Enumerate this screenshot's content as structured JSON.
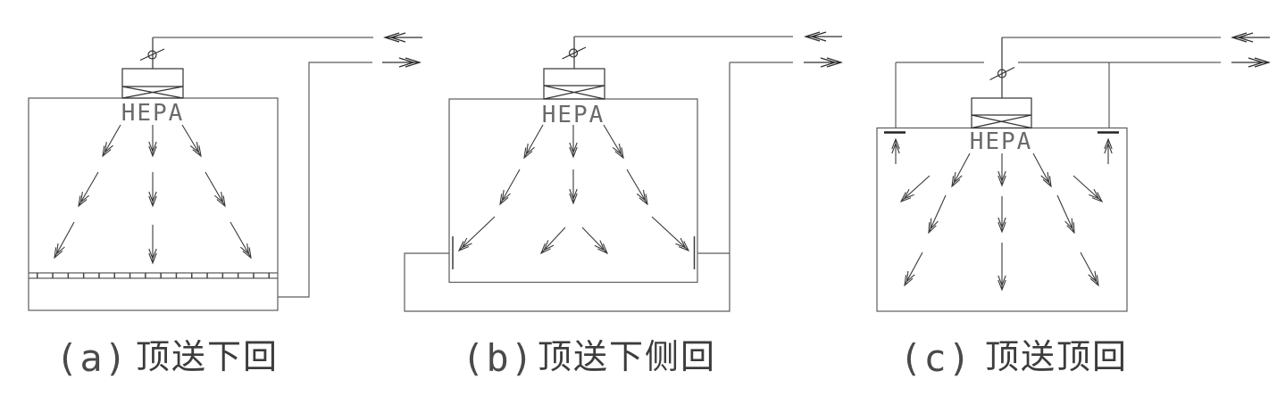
{
  "figure": {
    "background_color": "#ffffff",
    "line_color": "#5c5c5c",
    "arrow_color": "#3a3a3a",
    "diagrams": [
      {
        "id": "a",
        "filter_label": "HEPA",
        "label": "(a)",
        "title": "顶送下回"
      },
      {
        "id": "b",
        "filter_label": "HEPA",
        "label": "(b)",
        "title": "顶送下侧回"
      },
      {
        "id": "c",
        "filter_label": "HEPA",
        "label": "(c)",
        "title": "顶送顶回"
      }
    ]
  }
}
